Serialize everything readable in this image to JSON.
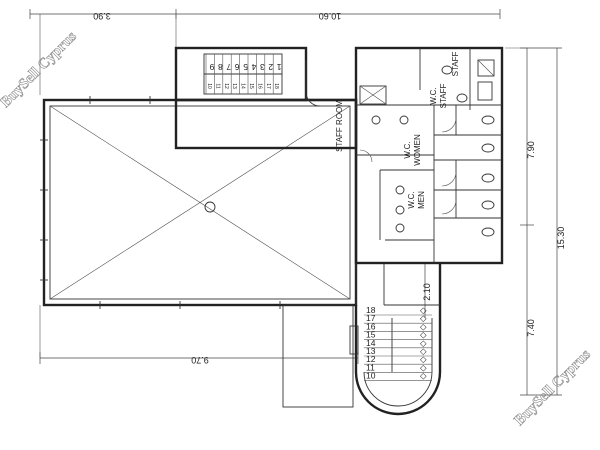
{
  "dimensions": {
    "top_left": "3.90",
    "top_right": "10.60",
    "bottom": "9.70",
    "right_upper": "7.90",
    "right_overall": "15.30",
    "right_lower": "7.40",
    "stair_gap": "2.10"
  },
  "rooms": {
    "staff_room": "STAFF ROOM",
    "wc_women_1": "W.C.",
    "wc_women_2": "WOMEN",
    "wc_men_1": "W.C.",
    "wc_men_2": "MEN",
    "wc_staff_1": "W.C.",
    "wc_staff_2": "STAFF",
    "staff_top": "STAFF"
  },
  "stairs": {
    "upper_steps": [
      "9",
      "8",
      "7",
      "6",
      "5",
      "4",
      "3",
      "2",
      "1"
    ],
    "upper_lower_steps": [
      "10",
      "11",
      "12",
      "13",
      "14",
      "15",
      "16",
      "17",
      "18"
    ],
    "lower_steps": [
      "18",
      "17",
      "16",
      "15",
      "14",
      "13",
      "12",
      "11",
      "10"
    ]
  },
  "watermark": {
    "text": "BuySell Cyprus"
  }
}
